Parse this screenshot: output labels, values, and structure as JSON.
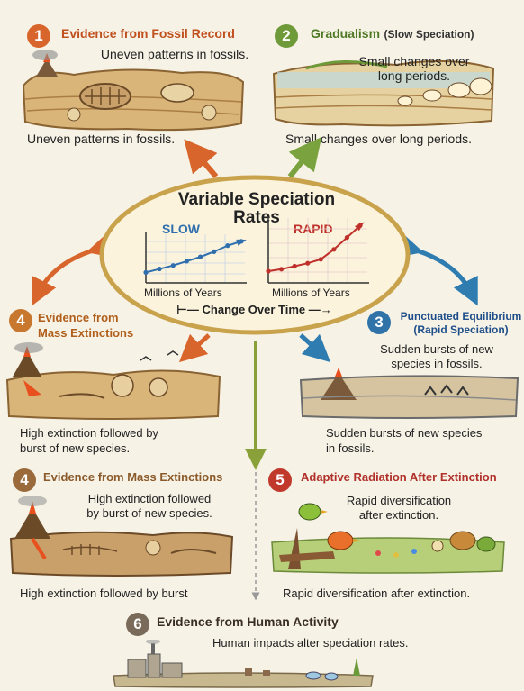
{
  "center": {
    "title_line1": "Variable Speciation",
    "title_line2": "Rates",
    "change_label": "Change Over Time",
    "left_chart": {
      "label": "SLOW",
      "xlabel": "Millions of Years"
    },
    "right_chart": {
      "label": "RAPID",
      "xlabel": "Millions of Years"
    }
  },
  "panels": {
    "fossil": {
      "number": "1",
      "title": "Evidence from Fossil Record",
      "note": "Uneven patterns in fossils.",
      "caption": "Uneven patterns in fossils.",
      "color": "#d8652b"
    },
    "gradualism": {
      "number": "2",
      "title": "Gradualism",
      "subtitle": "(Slow Speciation)",
      "note_line1": "Small changes over",
      "note_line2": "long periods.",
      "caption": "Small changes over long periods.",
      "color": "#6f9a3a"
    },
    "punctuated": {
      "number": "3",
      "title": "Punctuated Equilibrium",
      "subtitle": "(Rapid Speciation)",
      "note_line1": "Sudden bursts of new",
      "note_line2": "species in fossils.",
      "caption_line1": "Sudden bursts of new species",
      "caption_line2": "in fossils.",
      "color": "#2f73a8"
    },
    "mass_a": {
      "number": "4",
      "title_line1": "Evidence from",
      "title_line2": "Mass Extinctions",
      "caption_line1": "High extinction followed by",
      "caption_line2": "burst of new species.",
      "color": "#c8782e"
    },
    "mass_b": {
      "number": "4",
      "title": "Evidence from Mass Extinctions",
      "note_line1": "High extinction followed",
      "note_line2": "by burst of new species.",
      "caption": "High extinction followed by burst",
      "color": "#9a6a3a"
    },
    "adaptive": {
      "number": "5",
      "title": "Adaptive Radiation After Extinction",
      "note_line1": "Rapid diversification",
      "note_line2": "after extinction.",
      "caption": "Rapid diversification after extinction.",
      "color": "#c0392b"
    },
    "human": {
      "number": "6",
      "title": "Evidence from Human Activity",
      "note": "Human impacts alter speciation rates.",
      "color": "#7a6a5a"
    }
  },
  "chart_data": [
    {
      "type": "line",
      "title": "SLOW",
      "xlabel": "Millions of Years",
      "ylabel": "",
      "x": [
        1,
        2,
        3,
        4,
        5,
        6,
        7,
        8
      ],
      "series": [
        {
          "values": [
            1,
            1.4,
            1.8,
            2.3,
            2.8,
            3.4,
            4.1,
            4.6
          ]
        }
      ],
      "grid": true
    },
    {
      "type": "line",
      "title": "RAPID",
      "xlabel": "Millions of Years",
      "ylabel": "",
      "x": [
        1,
        2,
        3,
        4,
        5,
        6,
        7,
        8
      ],
      "series": [
        {
          "values": [
            1,
            1.2,
            1.5,
            1.8,
            2.2,
            3.2,
            4.4,
            5.6
          ]
        }
      ],
      "grid": true
    }
  ]
}
